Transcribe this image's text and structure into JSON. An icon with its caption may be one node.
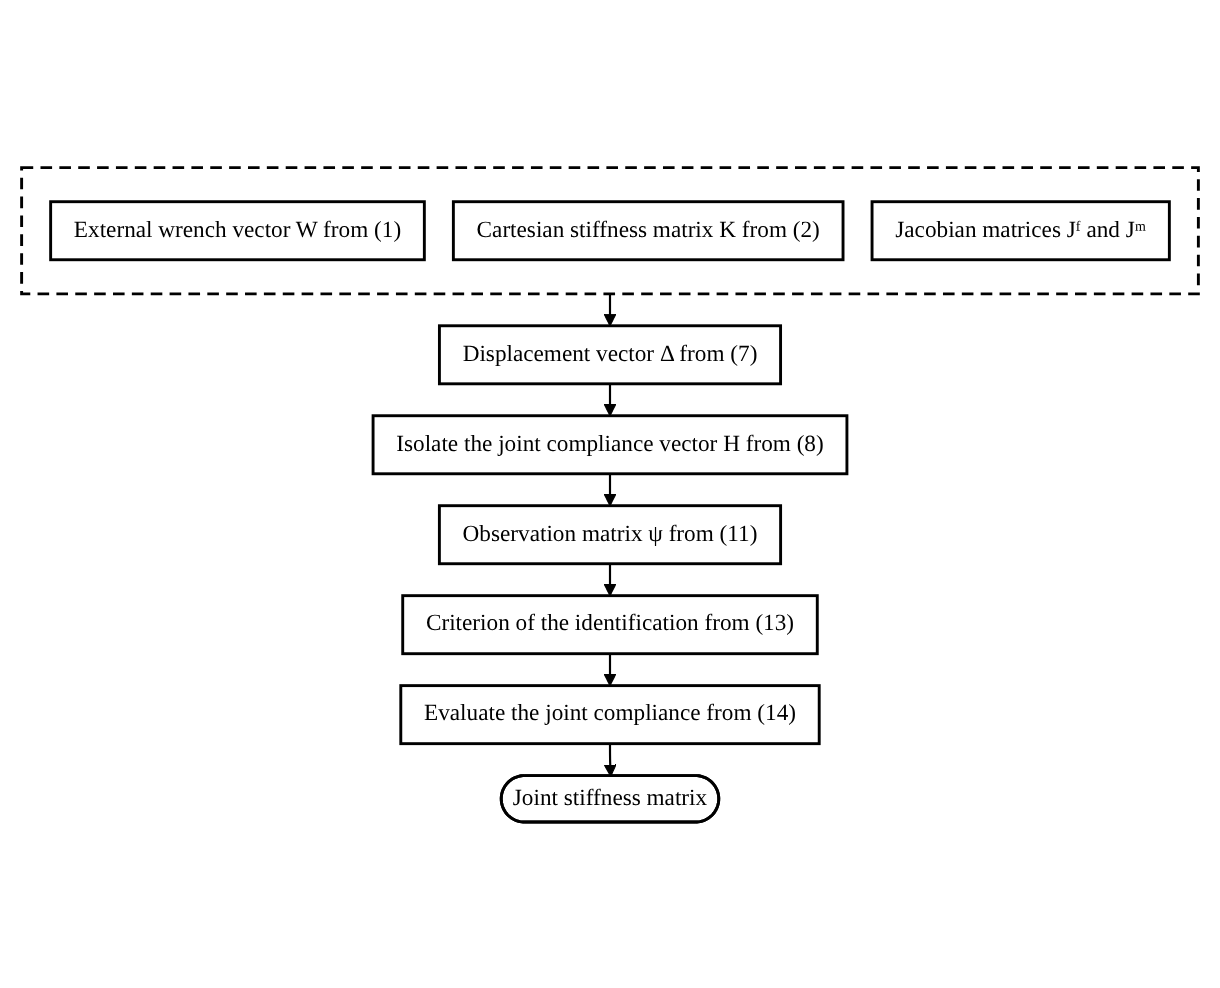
{
  "diagram": {
    "nodes": [
      {
        "text": [],
        "shape": "box"
      },
      {
        "text": [
          "External wrench vector W from (1)"
        ],
        "in": 0
      },
      {
        "text": [
          "Cartesian stiffness matrix K from (2)"
        ],
        "in": 0
      },
      {
        "text": [
          "Jacobian matrices Jᶠ and Jᵐ"
        ],
        "in": 0
      },
      {
        "text": [
          "Displacement vector Δ from (7)"
        ]
      },
      {
        "text": [
          "Isolate the joint compliance vector H from (8)"
        ]
      },
      {
        "text": [
          "Observation matrix ψ from (11)"
        ]
      },
      {
        "text": [
          "Criterion of the identification from (13)"
        ]
      },
      {
        "text": [
          "Evaluate the joint compliance from (14)"
        ]
      },
      {
        "text": [
          "Joint stiffness matrix"
        ]
      }
    ],
    "edges": [
      {
        "from": 0,
        "to": 4,
        "arrow": "to"
      },
      {
        "from": 4,
        "to": 5,
        "arrow": "to"
      },
      {
        "from": 5,
        "to": 6,
        "arrow": "to"
      },
      {
        "from": 6,
        "to": 7,
        "arrow": "to"
      },
      {
        "from": 7,
        "to": 8,
        "arrow": "to"
      },
      {
        "from": 8,
        "to": 9,
        "arrow": "to"
      }
    ]
  }
}
